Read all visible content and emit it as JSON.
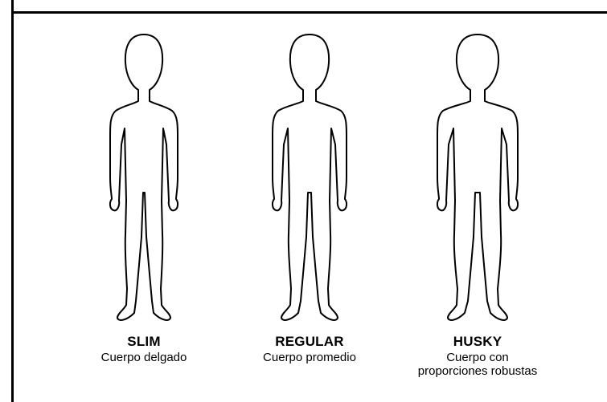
{
  "body_types": [
    {
      "title": "SLIM",
      "description": "Cuerpo delgado"
    },
    {
      "title": "REGULAR",
      "description": "Cuerpo promedio"
    },
    {
      "title": "HUSKY",
      "description": "Cuerpo con proporciones robustas"
    }
  ],
  "icons": [
    "child-slim-silhouette-icon",
    "child-regular-silhouette-icon",
    "child-husky-silhouette-icon"
  ]
}
